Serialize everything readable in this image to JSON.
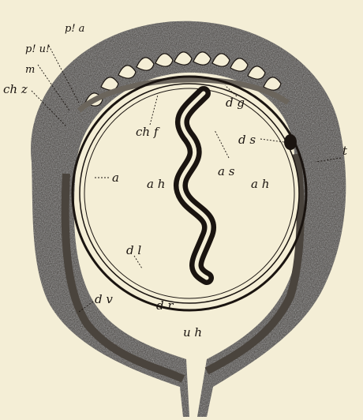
{
  "figure": {
    "colors": {
      "paper": "#f4eed6",
      "ink": "#1a1410",
      "tissue_dark": "#2e2a26",
      "tissue_mid": "#6b655c"
    },
    "labels": {
      "pl_a": "p! a",
      "pl_u": "p! u!",
      "m": "m",
      "ch_z": "ch z",
      "ch_f": "ch f",
      "d_g": "d g",
      "d_s": "d s",
      "a_s": "a s",
      "a_h_left": "a h",
      "a_h_right": "a h",
      "a": "a",
      "t": "t",
      "d_l": "d l",
      "d_v": "d v",
      "d_r": "d r",
      "u_h": "u h"
    }
  }
}
